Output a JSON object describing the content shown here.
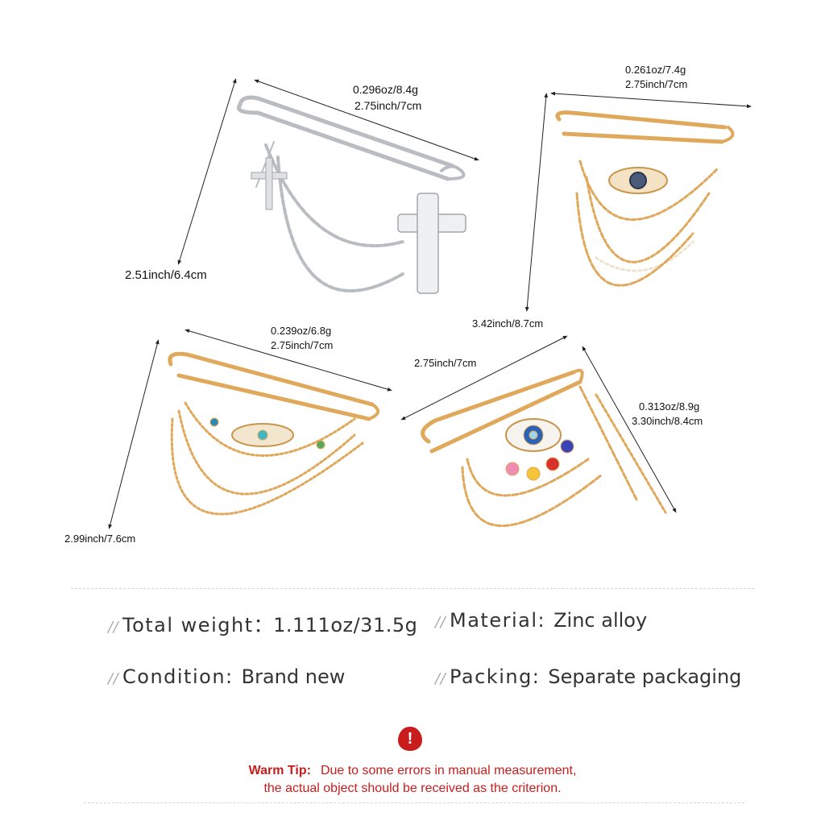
{
  "products": [
    {
      "weight": "0.296oz/8.4g",
      "length": "2.75inch/7cm",
      "height": "2.51inch/6.4cm",
      "color": "#bfc2c6"
    },
    {
      "weight": "0.261oz/7.4g",
      "length": "2.75inch/7cm",
      "height": "3.42inch/8.7cm",
      "color": "#e0a85a"
    },
    {
      "weight": "0.239oz/6.8g",
      "length": "2.75inch/7cm",
      "height": "2.99inch/7.6cm",
      "color": "#e0a85a"
    },
    {
      "weight": "0.313oz/8.9g",
      "length": "2.75inch/7cm",
      "height": "3.30inch/8.4cm",
      "color": "#e0a85a"
    }
  ],
  "specs": {
    "total_weight": {
      "label": "Total weight",
      "sep": "：",
      "value": "1.111oz/31.5g"
    },
    "material": {
      "label": "Material:",
      "value": "Zinc alloy"
    },
    "condition": {
      "label": "Condition:",
      "value": "Brand new"
    },
    "packing": {
      "label": "Packing:",
      "value": "Separate packaging"
    }
  },
  "tip": {
    "icon": "warning-icon",
    "title": "Warm Tip:",
    "line1": "Due to some errors in manual measurement,",
    "line2": "the actual object should be received as the criterion."
  },
  "colors": {
    "accent": "#c91c1c",
    "gold": "#e0a85a",
    "silver": "#bfc2c6"
  }
}
